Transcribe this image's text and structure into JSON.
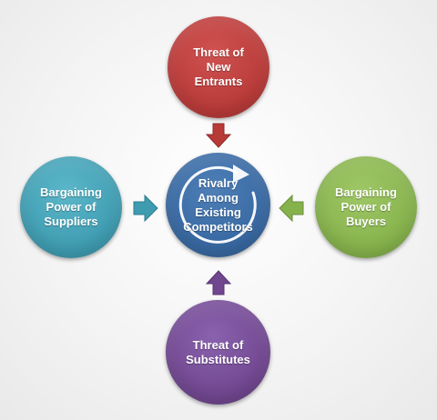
{
  "diagram": {
    "center": {
      "label": "Rivalry\nAmong\nExisting\nCompetitors",
      "color": "#3767a0"
    },
    "top": {
      "label": "Threat of\nNew\nEntrants",
      "color": "#b83a38"
    },
    "left": {
      "label": "Bargaining\nPower of\nSuppliers",
      "color": "#3e9bb0"
    },
    "right": {
      "label": "Bargaining\nPower of\nBuyers",
      "color": "#85b24b"
    },
    "bottom": {
      "label": "Threat of\nSubstitutes",
      "color": "#70468f"
    }
  }
}
